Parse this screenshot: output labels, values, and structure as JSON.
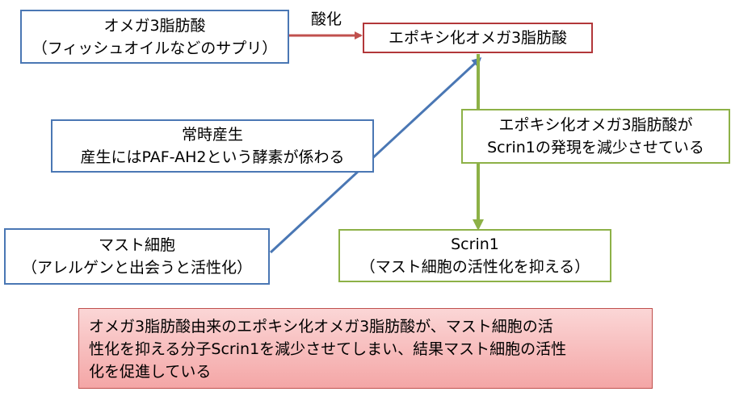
{
  "omega3_box": {
    "line1": "オメガ3脂肪酸",
    "line2": "（フィッシュオイルなどのサプリ）"
  },
  "oxidation_label": "酸化",
  "epoxy_box": {
    "text": "エポキシ化オメガ3脂肪酸"
  },
  "constant_box": {
    "line1": "常時産生",
    "line2": "産生にはPAF-AH2という酵素が係わる"
  },
  "mast_box": {
    "line1": "マスト細胞",
    "line2": "（アレルゲンと出会うと活性化）"
  },
  "effect_box": {
    "line1": "エポキシ化オメガ3脂肪酸が",
    "line2": "Scrin1の発現を減少させている"
  },
  "scrin_box": {
    "line1": "Scrin1",
    "line2": "（マスト細胞の活性化を抑える）"
  },
  "summary_box": {
    "line1": "オメガ3脂肪酸由来のエポキシ化オメガ3脂肪酸が、マスト細胞の活",
    "line2": "性化を抑える分子Scrin1を減少させてしまい、結果マスト細胞の活性",
    "line3": "化を促進している"
  },
  "colors": {
    "blue_border": "#4a77b4",
    "red_border": "#b2373a",
    "green_border": "#8db147",
    "red_arrow": "#c0504d",
    "blue_arrow": "#4a77b4",
    "green_arrow": "#8db147",
    "summary_fill": "#f4a6a6"
  }
}
